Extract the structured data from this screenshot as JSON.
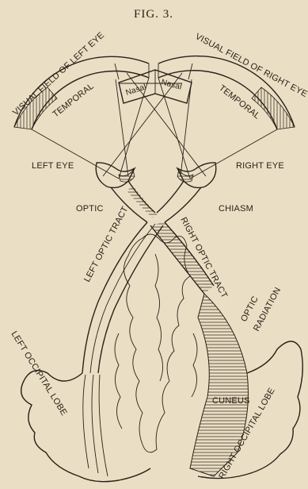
{
  "figure": {
    "caption": "FIG. 3.",
    "labels": {
      "visual_field_left": "VISUAL FIELD OF LEFT EYE",
      "visual_field_right": "VISUAL FIELD OF RIGHT EYE",
      "temporal_left": "TEMPORAL",
      "temporal_right": "TEMPORAL",
      "nasal_left": "Nasal",
      "nasal_right": "Nasal",
      "left_eye": "LEFT EYE",
      "right_eye": "RIGHT EYE",
      "optic": "OPTIC",
      "chiasm": "CHIASM",
      "left_optic_tract": "LEFT OPTIC TRACT",
      "right_optic_tract": "RIGHT OPTIC TRACT",
      "optic_radiation_1": "OPTIC",
      "optic_radiation_2": "RADIATION",
      "cuneus": "CUNEUS",
      "left_occipital_lobe": "LEFT OCCIPITAL LOBE",
      "right_occipital_lobe": "RIGHT OCCIPITAL LOBE"
    }
  }
}
